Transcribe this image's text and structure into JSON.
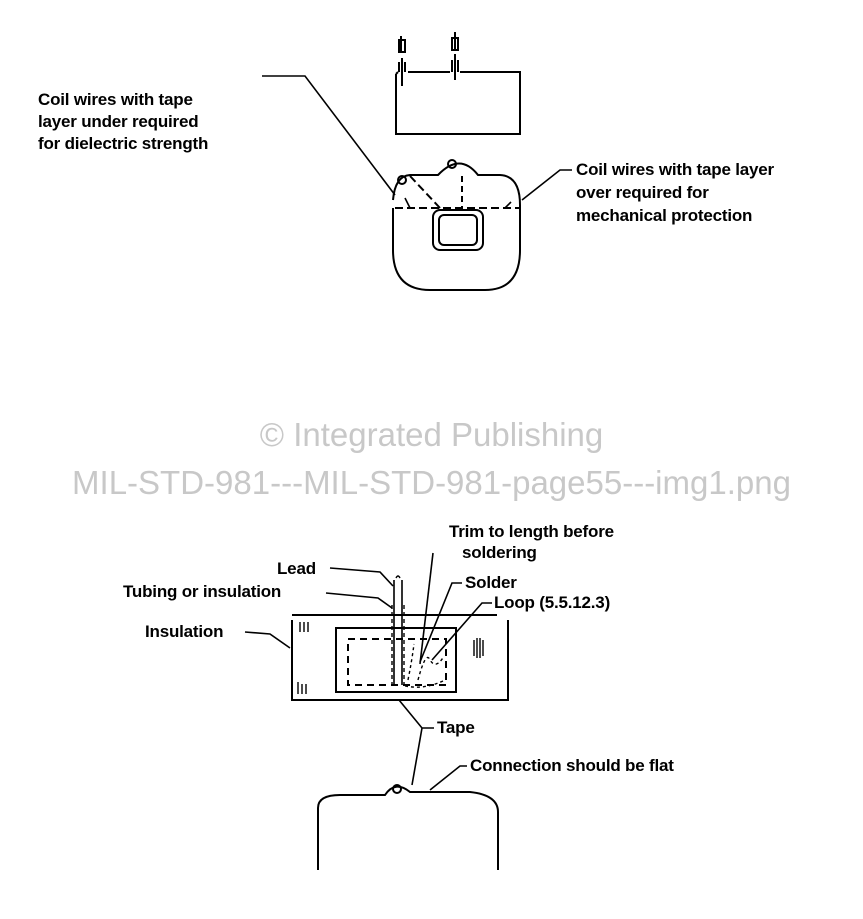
{
  "top_figure": {
    "label_left": [
      "Coil wires with tape",
      "layer under required",
      "for dielectric strength"
    ],
    "label_right": [
      "Coil wires with tape layer",
      "over required for",
      "mechanical protection"
    ]
  },
  "watermark": {
    "line1": "© Integrated Publishing",
    "line2": "MIL-STD-981---MIL-STD-981-page55---img1.png"
  },
  "bottom_figure": {
    "trim": [
      "Trim to length before",
      "soldering"
    ],
    "lead": "Lead",
    "solder": "Solder",
    "tubing": "Tubing or insulation",
    "loop": "Loop (5.5.12.3)",
    "insulation": "Insulation",
    "tape": "Tape",
    "connection": "Connection should be flat"
  }
}
